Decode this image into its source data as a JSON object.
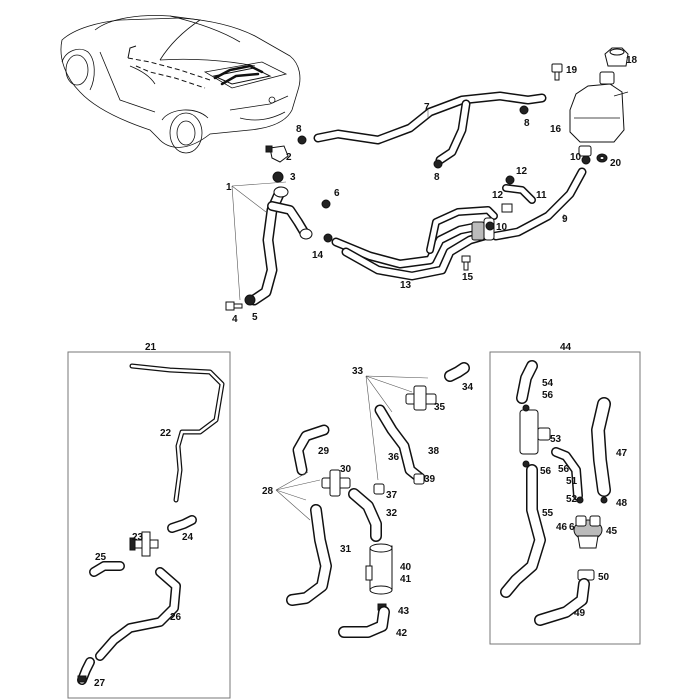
{
  "labels": {
    "p1": "1",
    "p2": "2",
    "p3": "3",
    "p4": "4",
    "p5": "5",
    "p6": "6",
    "p7": "7",
    "p8a": "8",
    "p8b": "8",
    "p8c": "8",
    "p9": "9",
    "p10a": "10",
    "p10b": "10",
    "p11": "11",
    "p12a": "12",
    "p12b": "12",
    "p13": "13",
    "p14": "14",
    "p15": "15",
    "p16": "16",
    "p18": "18",
    "p19": "19",
    "p20": "20",
    "p21": "21",
    "p22": "22",
    "p23": "23",
    "p24": "24",
    "p25": "25",
    "p26": "26",
    "p27": "27",
    "p28": "28",
    "p29": "29",
    "p30": "30",
    "p31": "31",
    "p32": "32",
    "p33": "33",
    "p34": "34",
    "p35": "35",
    "p36": "36",
    "p37": "37",
    "p38": "38",
    "p39": "39",
    "p40": "40",
    "p41": "41",
    "p42": "42",
    "p43": "43",
    "p44": "44",
    "p45": "45",
    "p46": "46",
    "p6b": "6",
    "p47": "47",
    "p48": "48",
    "p49": "49",
    "p50": "50",
    "p51": "51",
    "p52": "52",
    "p53": "53",
    "p54": "54",
    "p55": "55",
    "p56a": "56",
    "p56b": "56",
    "p56c": "56"
  }
}
